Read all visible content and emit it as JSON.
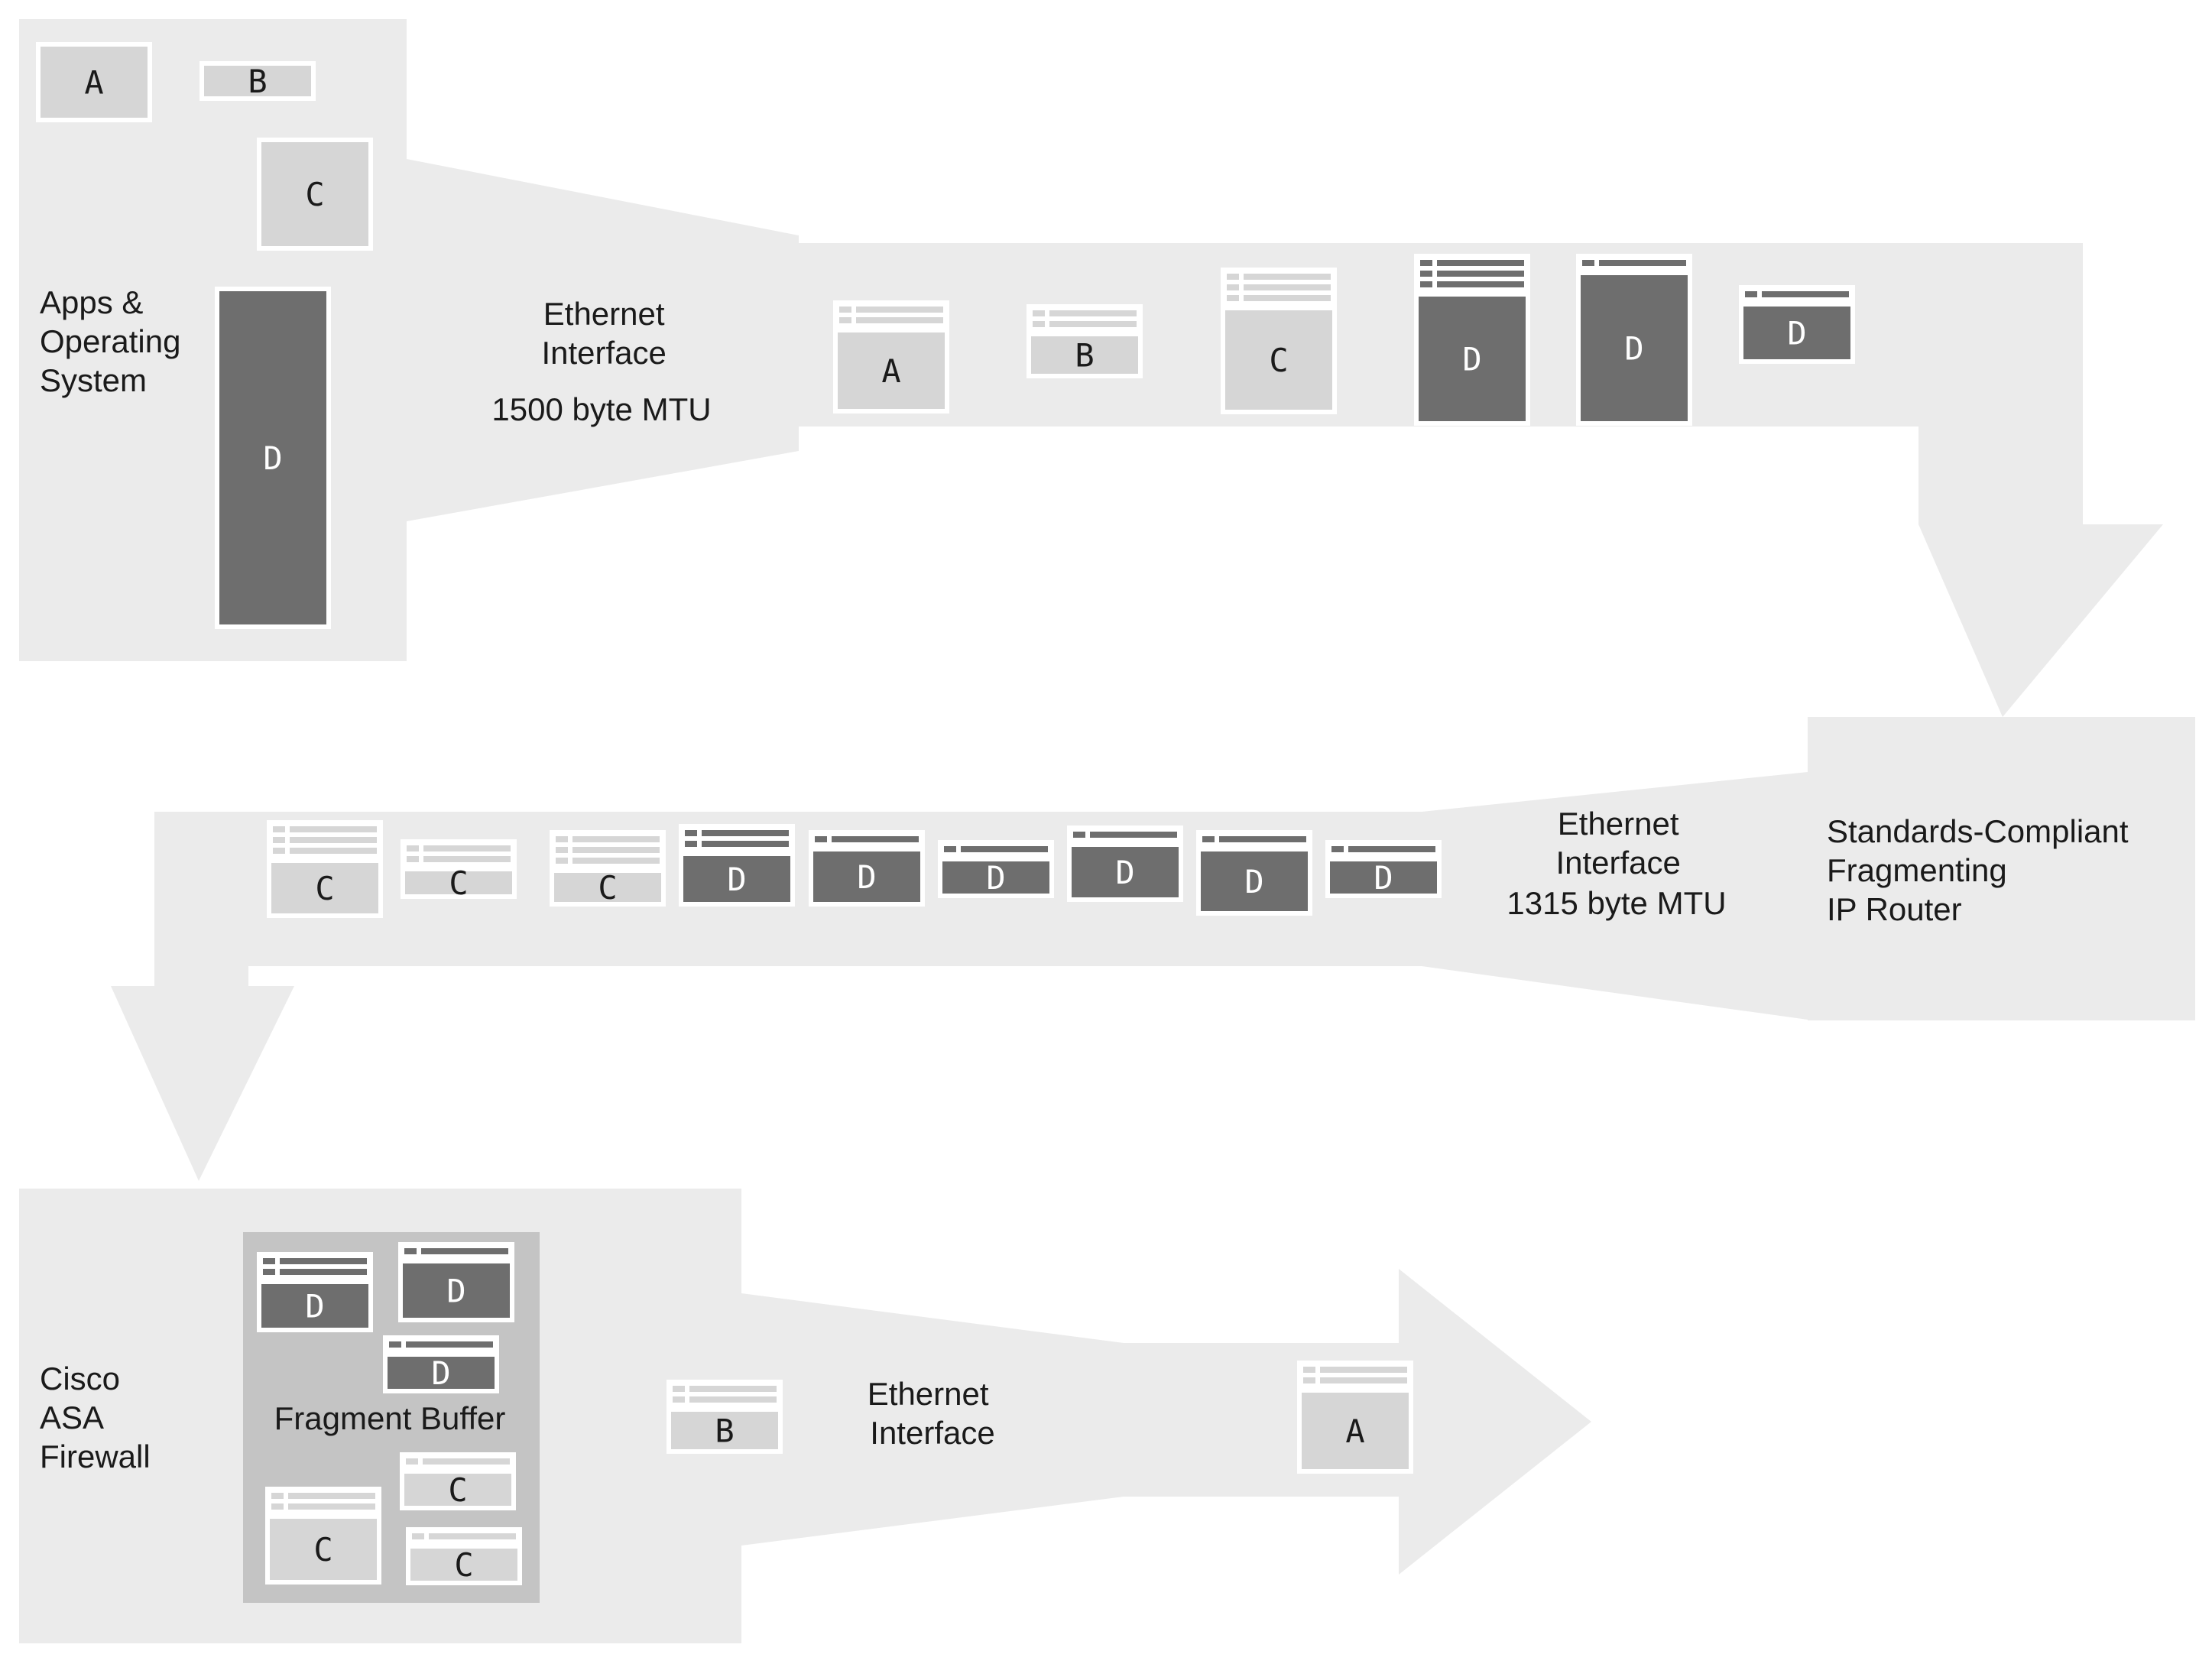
{
  "os_block": {
    "label_lines": [
      "Apps &",
      "Operating",
      "System"
    ]
  },
  "iface1": {
    "label_lines": [
      "Ethernet",
      "Interface"
    ],
    "mtu": "1500 byte MTU"
  },
  "router": {
    "label_lines": [
      "Standards-Compliant",
      "Fragmenting",
      "IP Router"
    ]
  },
  "iface2": {
    "label_lines": [
      "Ethernet",
      "Interface",
      "1315 byte MTU"
    ]
  },
  "firewall": {
    "label_lines": [
      "Cisco",
      "ASA",
      "Firewall"
    ],
    "buffer_label": "Fragment Buffer"
  },
  "iface3": {
    "label_lines": [
      "Ethernet",
      "Interface"
    ]
  },
  "colors": {
    "background": "#ffffff",
    "pipe": "#ebebeb",
    "buffer": "#c4c4c4",
    "light_packet": "#d6d6d6",
    "dark_packet": "#6e6e6e",
    "border": "#ffffff"
  },
  "letters": {
    "a": "A",
    "b": "B",
    "c": "C",
    "d": "D"
  }
}
